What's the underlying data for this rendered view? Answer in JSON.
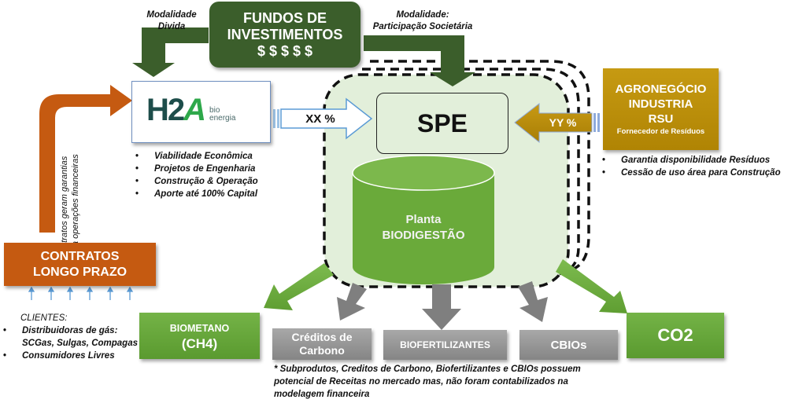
{
  "funds": {
    "title_line1": "FUNDOS DE",
    "title_line2": "INVESTIMENTOS",
    "symbol": "$ $ $ $ $"
  },
  "modalities": {
    "debt_line1": "Modalidade",
    "debt_line2": "Divida",
    "equity_line1": "Modalidade:",
    "equity_line2": "Participação Societária"
  },
  "h2a": {
    "logo_main": "H2",
    "logo_accent": "A",
    "logo_sub1": "bio",
    "logo_sub2": "energia",
    "services": [
      "Viabilidade Econômica",
      "Projetos de Engenharia",
      "Construção & Operação",
      "Aporte até 100% Capital"
    ]
  },
  "spe": {
    "label": "SPE",
    "share_h2a": "XX %",
    "share_supplier": "YY %"
  },
  "plant": {
    "line1": "Planta",
    "line2": "BIODIGESTÃO"
  },
  "supplier": {
    "line1": "AGRONEGÓCIO",
    "line2": "INDUSTRIA",
    "line3": "RSU",
    "subtitle": "Fornecedor de Resíduos",
    "commitments": [
      "Garantia disponibilidade  Resíduos",
      "Cessão de uso área para Construção"
    ]
  },
  "contracts": {
    "line1": "CONTRATOS",
    "line2": "LONGO PRAZO",
    "arrow_note_line1": "Contratos geram garantias",
    "arrow_note_line2": "para operações financeiras"
  },
  "clients": {
    "heading": "CLIENTES:",
    "items": [
      "Distribuidoras de gás: SCGas, Sulgas, Compagas",
      "Consumidores Livres"
    ]
  },
  "outputs": {
    "biomethane_line1": "BIOMETANO",
    "biomethane_line2": "(CH4)",
    "carbon_line1": "Créditos de",
    "carbon_line2": "Carbono",
    "biofertilizers": "BIOFERTILIZANTES",
    "cbios": "CBIOs",
    "co2": "CO2"
  },
  "footnote": "* Subprodutos, Creditos de Carbono, Biofertilizantes e CBIOs possuem potencial de Receitas no mercado mas, não foram contabilizados na modelagem financeira",
  "colors": {
    "dark_green": "#3b5e2b",
    "light_green": "#6aaa3a",
    "orange": "#c55a11",
    "gold": "#bf8f00",
    "gray": "#8c8c8c",
    "spe_bg": "#e2efda"
  }
}
